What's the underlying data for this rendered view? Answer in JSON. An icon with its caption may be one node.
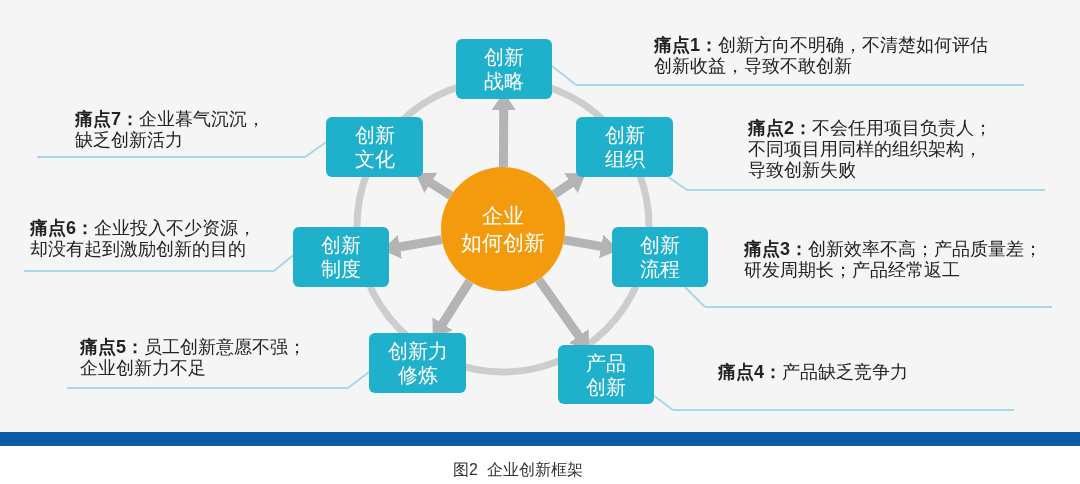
{
  "diagram": {
    "caption": "图2  企业创新框架",
    "nodes": [
      {
        "text": [
          "企业",
          "如何创新"
        ]
      },
      {
        "text": [
          "创新战略"
        ]
      },
      {
        "text": [
          "创新组织"
        ]
      },
      {
        "text": [
          "创新流程"
        ]
      },
      {
        "text": [
          "产品创新"
        ]
      },
      {
        "text": [
          "创新力修炼"
        ]
      },
      {
        "text": [
          "创新制度"
        ]
      },
      {
        "text": [
          "创新文化"
        ]
      },
      {
        "text": [
          "**痛点1：**创新方向不明确，不清楚如何评估创新收益，导致不敢创新"
        ]
      },
      {
        "text": [
          "**痛点2：**不会任用项目负责人；不同项目用同样的组织架构，导致创新失败"
        ]
      },
      {
        "text": [
          "**痛点3：**创新效率不高；产品质量差；研发周期长；产品经常返工"
        ]
      },
      {
        "text": [
          "**痛点4：**产品缺乏竞争力"
        ]
      },
      {
        "text": [
          "**痛点5：**员工创新意愿不强；企业创新力不足"
        ]
      },
      {
        "text": [
          "**痛点6：**企业投入不少资源，却没有起到激励创新的目的"
        ]
      },
      {
        "text": [
          "**痛点7：**企业暮气沉沉，缺乏创新活力"
        ]
      }
    ],
    "edges": [
      {
        "from": 0,
        "to": 1,
        "arrow": "to",
        "style": "thick",
        "color": "#b4b4b4"
      },
      {
        "from": 0,
        "to": 2,
        "arrow": "to",
        "style": "thick",
        "color": "#b4b4b4"
      },
      {
        "from": 0,
        "to": 3,
        "arrow": "to",
        "style": "thick",
        "color": "#b4b4b4"
      },
      {
        "from": 0,
        "to": 4,
        "arrow": "to",
        "style": "thick",
        "color": "#b4b4b4"
      },
      {
        "from": 0,
        "to": 5,
        "arrow": "to",
        "style": "thick",
        "color": "#b4b4b4"
      },
      {
        "from": 0,
        "to": 6,
        "arrow": "to",
        "style": "thick",
        "color": "#b4b4b4"
      },
      {
        "from": 0,
        "to": 7,
        "arrow": "to",
        "style": "thick",
        "color": "#b4b4b4"
      },
      {
        "from": 1,
        "to": 8,
        "arrow": "none",
        "color": "#a9d6ea"
      },
      {
        "from": 2,
        "to": 9,
        "arrow": "none",
        "color": "#a9d6ea"
      },
      {
        "from": 3,
        "to": 10,
        "arrow": "none",
        "color": "#a9d6ea"
      },
      {
        "from": 4,
        "to": 11,
        "arrow": "none",
        "color": "#a9d6ea"
      },
      {
        "from": 5,
        "to": 12,
        "arrow": "none",
        "color": "#a9d6ea"
      },
      {
        "from": 6,
        "to": 13,
        "arrow": "none",
        "color": "#a9d6ea"
      },
      {
        "from": 7,
        "to": 14,
        "arrow": "none",
        "color": "#a9d6ea"
      }
    ]
  }
}
